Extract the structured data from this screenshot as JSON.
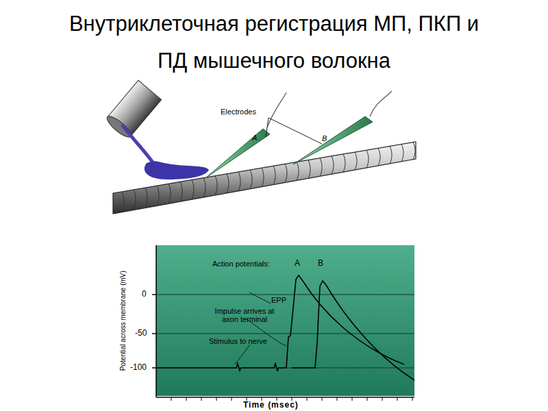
{
  "diagram": {
    "title": "Внутриклеточная регистрация МП, ПКП и ПД мышечного волокна",
    "labels": [
      "Electrodes",
      "A",
      "B",
      "Action potentials:",
      "A",
      "B",
      "EPP",
      "Impulse arrives at axon terminal",
      "Stimulus to nerve",
      "0",
      "-50",
      "-100",
      "Potential across membrane (mV)",
      "Time (msec)"
    ]
  }
}
